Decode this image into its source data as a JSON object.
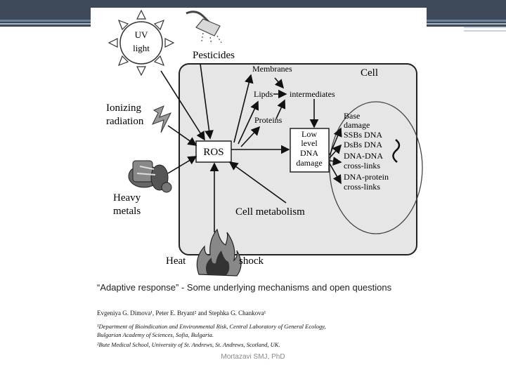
{
  "diagram": {
    "uv_light_line1": "UV",
    "uv_light_line2": "light",
    "pesticides": "Pesticides",
    "ionizing_line1": "Ionizing",
    "ionizing_line2": "radiation",
    "heavy_metals_line1": "Heavy",
    "heavy_metals_line2": "metals",
    "heat": "Heat",
    "shock": "shock",
    "cell": "Cell",
    "membranes": "Membranes",
    "lipids": "Lipds",
    "intermediates": "intermediates",
    "proteins": "Proteins",
    "ros": "ROS",
    "low_level_dna": [
      "Low",
      "level",
      "DNA",
      "damage"
    ],
    "damage_types": [
      "Base",
      "damage",
      "SSBs DNA",
      "DsBs DNA",
      "DNA-DNA",
      "cross-links",
      "DNA-protein",
      "cross-links"
    ],
    "cell_metabolism": "Cell metabolism"
  },
  "citation": {
    "title": "“Adaptive response” - Some underlying mechanisms and open questions",
    "authors": "Evgeniya G. Dimova¹, Peter E. Bryant² and Stephka G. Chankova¹",
    "affil1_line1": "¹Department of Bioindication and Environmental Risk, Central Laboratory of General Ecology,",
    "affil1_line2": "Bulgarian Academy of Sciences, Sofia, Bulgaria.",
    "affil2": "²Bute Medical School, University of St. Andrews, St. Andrews, Scotland, UK."
  },
  "footer": "Mortazavi SMJ, PhD"
}
